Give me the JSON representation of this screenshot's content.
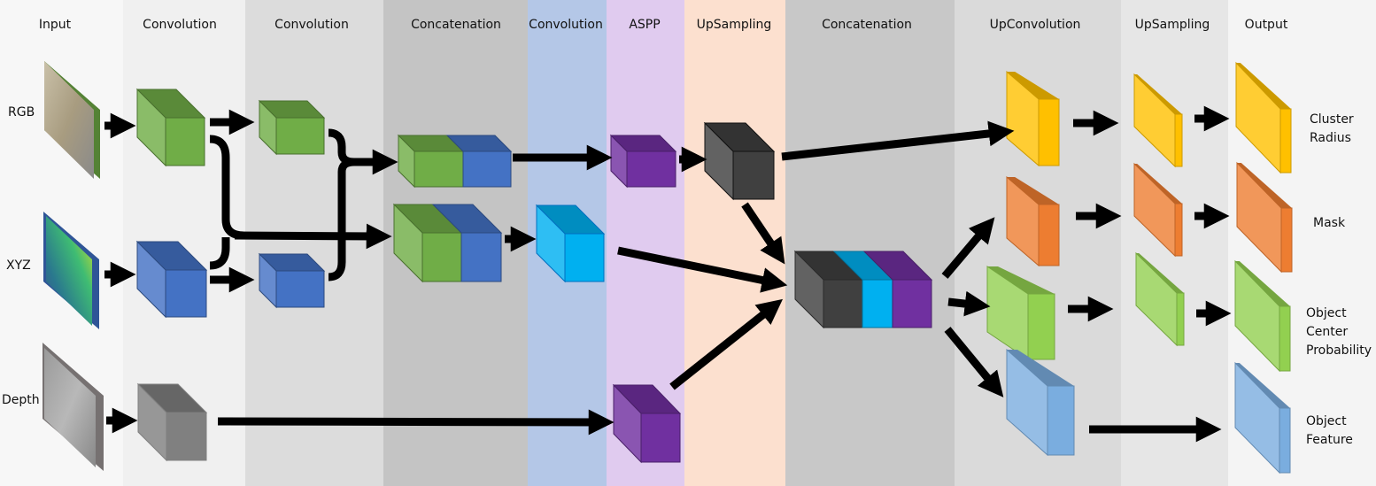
{
  "columns": [
    {
      "label": "Input",
      "color": "#f7f7f7"
    },
    {
      "label": "Convolution",
      "color": "#f0f0f0"
    },
    {
      "label": "Convolution",
      "color": "#dcdcdc"
    },
    {
      "label": "Concatenation",
      "color": "#c4c4c4"
    },
    {
      "label": "Convolution",
      "color": "#b4c7e7"
    },
    {
      "label": "ASPP",
      "color": "#e0cbef"
    },
    {
      "label": "UpSampling",
      "color": "#fce0cf"
    },
    {
      "label": "Concatenation",
      "color": "#c8c8c8"
    },
    {
      "label": "UpConvolution",
      "color": "#dadada"
    },
    {
      "label": "UpSampling",
      "color": "#e6e6e6"
    },
    {
      "label": "Output",
      "color": "#f4f4f4"
    }
  ],
  "inputs": [
    {
      "label": "RGB",
      "kind": "rgb-image"
    },
    {
      "label": "XYZ",
      "kind": "xyz-image"
    },
    {
      "label": "Depth",
      "kind": "depth-image"
    }
  ],
  "outputs": [
    {
      "lines": [
        "Cluster",
        "Radius"
      ],
      "color": "#ffc000"
    },
    {
      "lines": [
        "Mask"
      ],
      "color": "#ed7d31"
    },
    {
      "lines": [
        "Object",
        "Center",
        "Probability"
      ],
      "color": "#92d050"
    },
    {
      "lines": [
        "Object",
        "Feature"
      ],
      "color": "#7aaddf"
    }
  ],
  "palette": {
    "green": "#70ad47",
    "blue": "#4472c4",
    "gray": "#808080",
    "cyan": "#00b0f0",
    "purple": "#7030a0",
    "dark": "#404040",
    "yellow": "#ffc000",
    "orange": "#ed7d31",
    "lime": "#92d050",
    "lightblue": "#7aaddf",
    "arrow": "#000000"
  }
}
